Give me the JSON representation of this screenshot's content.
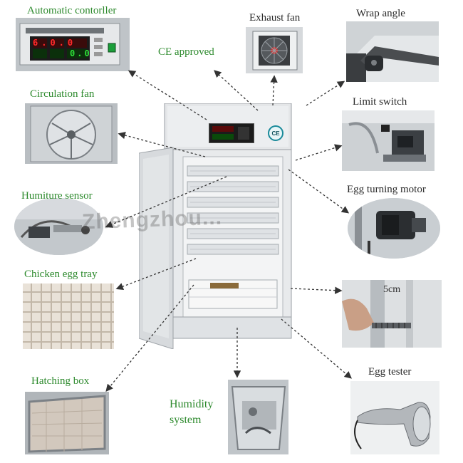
{
  "colors": {
    "label_green": "#2d8a2d",
    "label_dark": "#2a2a2a",
    "led_red": "#ff2a2a",
    "led_green": "#2fe03a"
  },
  "labels": {
    "automatic_controller": "Automatic contorller",
    "exhaust_fan": "Exhaust fan",
    "wrap_angle": "Wrap angle",
    "ce_approved": "CE approved",
    "circulation_fan": "Circulation fan",
    "limit_switch": "Limit switch",
    "humiture_sensor": "Humiture sensor",
    "egg_turning_motor": "Egg turning motor",
    "chicken_egg_tray": "Chicken egg tray",
    "measurement_5cm": "5cm",
    "hatching_box": "Hatching box",
    "humidity_system_line1": "Humidity",
    "humidity_system_line2": "system",
    "egg_tester": "Egg tester"
  },
  "controller_display": {
    "red_readout": "6.0.0",
    "green_readout": "0.0"
  },
  "ce_mark": "CE",
  "watermark": "Zhengzhou..."
}
